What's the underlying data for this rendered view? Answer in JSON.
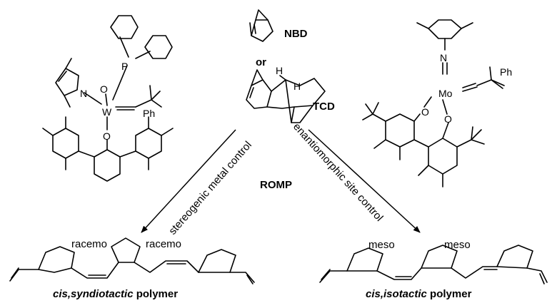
{
  "monomers": {
    "nbd": "NBD",
    "or": "or",
    "tcd": "TCD",
    "tcd_h": "H"
  },
  "center_label": "ROMP",
  "arrows": {
    "left": "stereogenic metal control",
    "right": "enantiomorphic site control"
  },
  "w_catalyst": {
    "metal": "W",
    "phosphorus": "P",
    "nitrogen": "N",
    "oxo": "O",
    "aryloxide": "O",
    "phenyl": "Ph"
  },
  "mo_catalyst": {
    "metal": "Mo",
    "imido_n": "N",
    "oxygen_1": "O",
    "oxygen_2": "O",
    "phenyl": "Ph"
  },
  "polymers": {
    "left": {
      "tacticity_labels": [
        "racemo",
        "racemo"
      ],
      "name_italic": "cis,syndiotactic",
      "name_suffix": " polymer"
    },
    "right": {
      "tacticity_labels": [
        "meso",
        "meso"
      ],
      "name_italic": "cis,isotactic",
      "name_suffix": " polymer"
    }
  }
}
